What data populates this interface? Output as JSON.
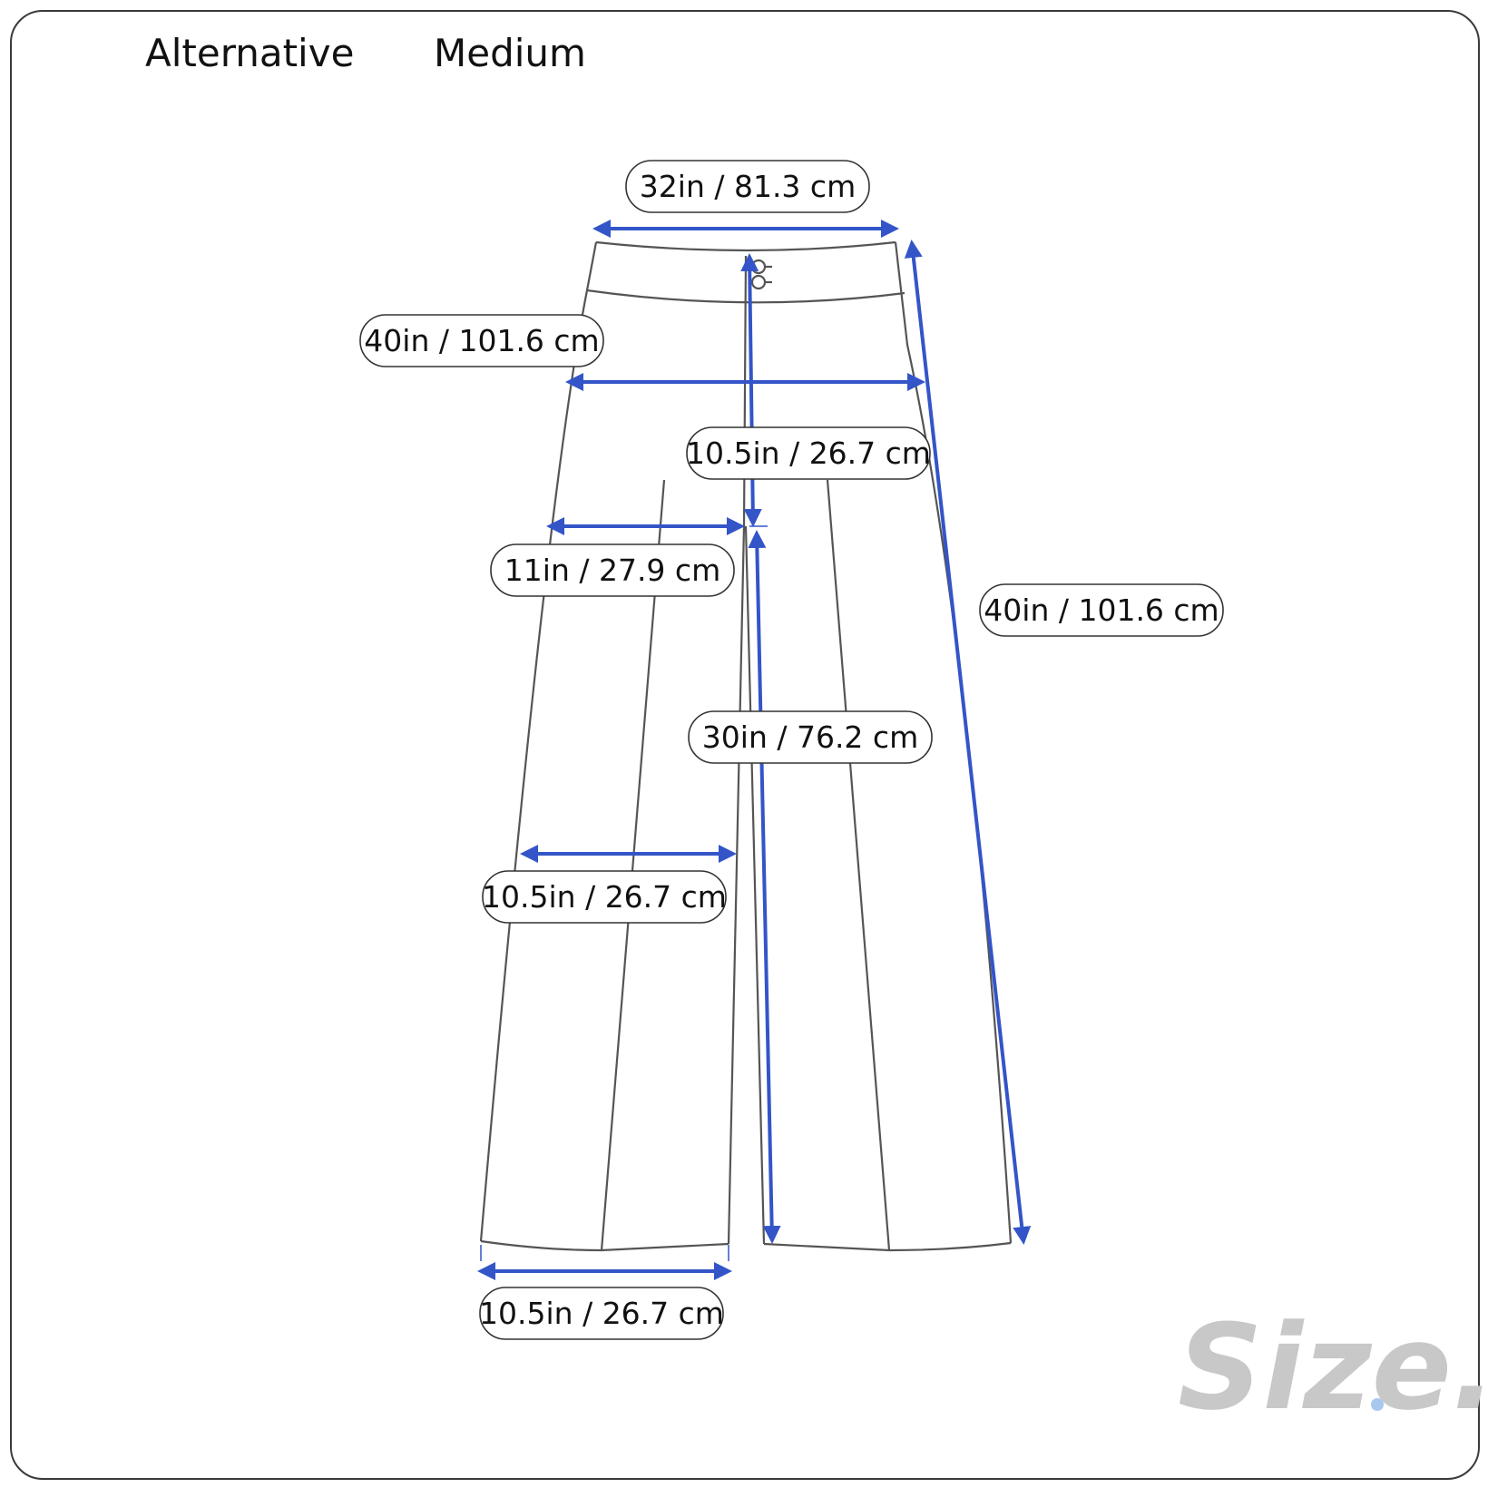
{
  "header": {
    "brand": "Alternative",
    "size": "Medium"
  },
  "measurements": {
    "waist": "32in / 81.3 cm",
    "hip": "40in / 101.6 cm",
    "front_rise": "10.5in / 26.7 cm",
    "thigh": "11in / 27.9 cm",
    "outseam": "40in / 101.6 cm",
    "inseam": "30in / 76.2 cm",
    "knee": "10.5in / 26.7 cm",
    "leg_opening": "10.5in / 26.7 cm"
  },
  "logo": {
    "text": "Size.ly"
  },
  "colors": {
    "arrow": "#3355c8",
    "outline": "#555555",
    "logo": "#c8c8c8",
    "logo_dot": "#a9c8f0"
  }
}
